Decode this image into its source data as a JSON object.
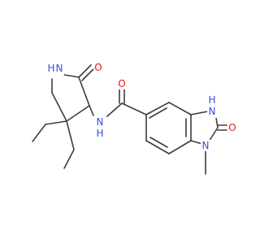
{
  "molecule": {
    "atoms": [
      {
        "id": "N_lactam",
        "label": "N",
        "sub": "H",
        "element": "N"
      },
      {
        "id": "O_lactam",
        "label": "O",
        "element": "O"
      },
      {
        "id": "N_amide",
        "label": "N",
        "sub": "H",
        "element": "N"
      },
      {
        "id": "O_amide",
        "label": "O",
        "element": "O"
      },
      {
        "id": "N3",
        "label": "N",
        "sub": "H",
        "element": "N"
      },
      {
        "id": "O_urea",
        "label": "O",
        "element": "O"
      },
      {
        "id": "N1",
        "label": "N",
        "element": "N"
      }
    ]
  },
  "colors": {
    "bond": "#3d3d3d",
    "nitrogen": "#3050d8",
    "oxygen": "#e8141c"
  }
}
